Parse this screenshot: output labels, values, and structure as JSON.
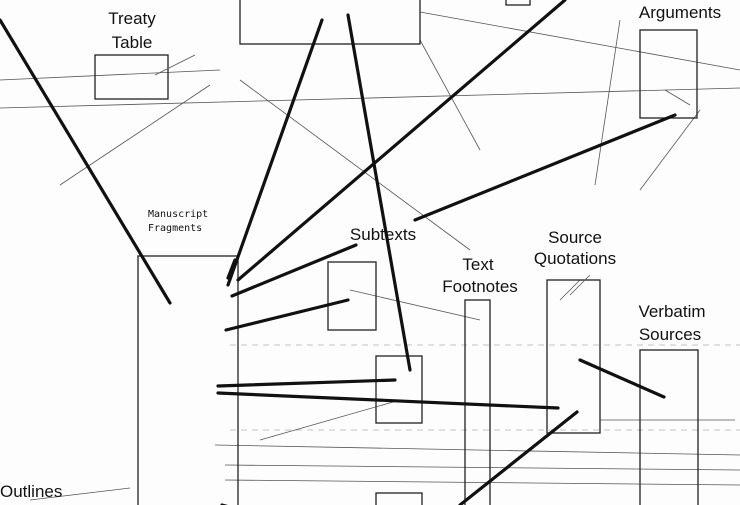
{
  "labels": {
    "treaty_table_1": "Treaty",
    "treaty_table_2": "Table",
    "arguments": "Arguments",
    "manuscript_1": "Manuscript",
    "manuscript_2": "Fragments",
    "subtexts": "Subtexts",
    "text_footnotes_1": "Text",
    "text_footnotes_2": "Footnotes",
    "source_quotations_1": "Source",
    "source_quotations_2": "Quotations",
    "verbatim_sources_1": "Verbatim",
    "verbatim_sources_2": "Sources",
    "outlines": "Outlines"
  },
  "colors": {
    "ink": "#111111",
    "paper": "#fdfdfd"
  }
}
